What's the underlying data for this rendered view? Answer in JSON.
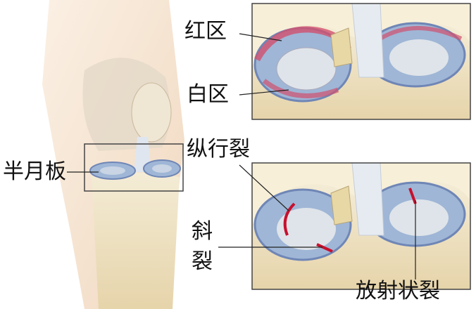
{
  "labels": {
    "red_zone": "红区",
    "white_zone": "白区",
    "longitudinal_tear": "纵行裂",
    "oblique_tear_line1": "斜",
    "oblique_tear_line2": "裂",
    "meniscus": "半月板",
    "radial_tear": "放射状裂"
  },
  "colors": {
    "skin": "#f6e3cf",
    "bone": "#efe3c4",
    "meniscus_blue": "#9fb6d6",
    "meniscus_edge": "#6f86b6",
    "red_zone": "#d2506e",
    "tear_red": "#c8102e",
    "frame": "#444444"
  }
}
